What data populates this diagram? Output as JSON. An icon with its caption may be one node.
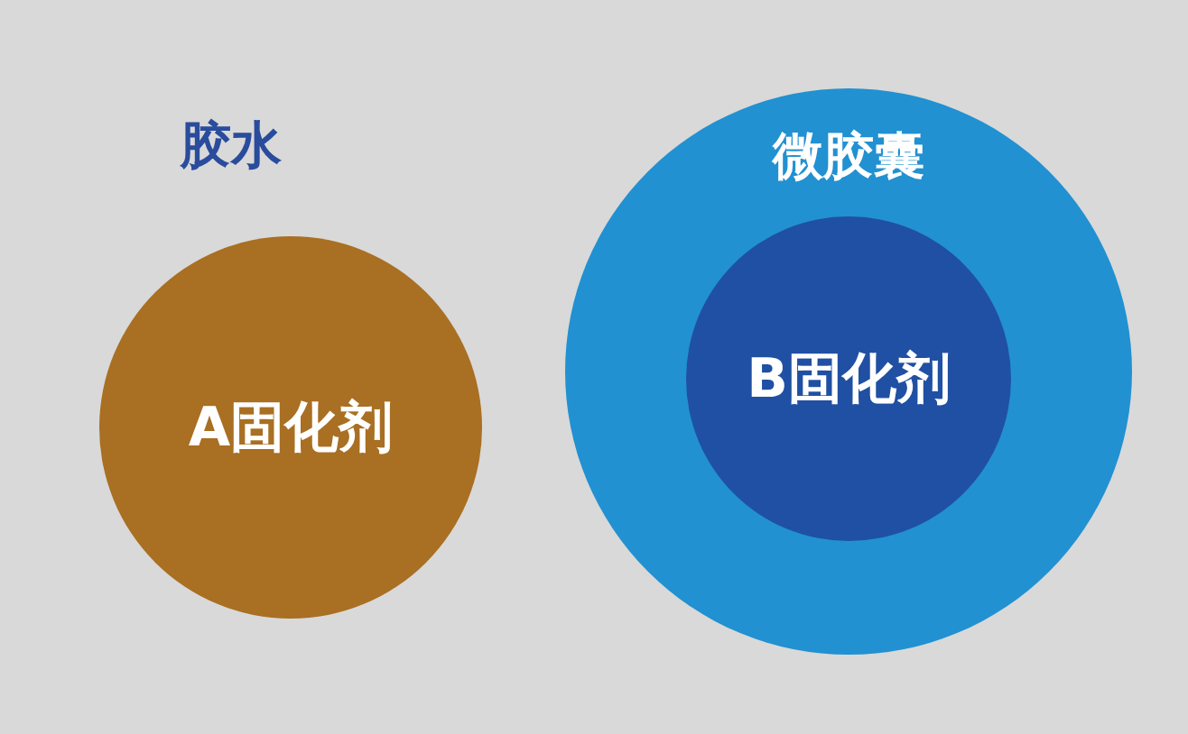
{
  "diagram": {
    "nodes": [
      {
        "text": [
          "胶水",
          "A固化剂"
        ]
      },
      {
        "text": [
          "微胶囊"
        ]
      },
      {
        "text": [
          "B固化剂"
        ],
        "in": 1
      }
    ]
  }
}
